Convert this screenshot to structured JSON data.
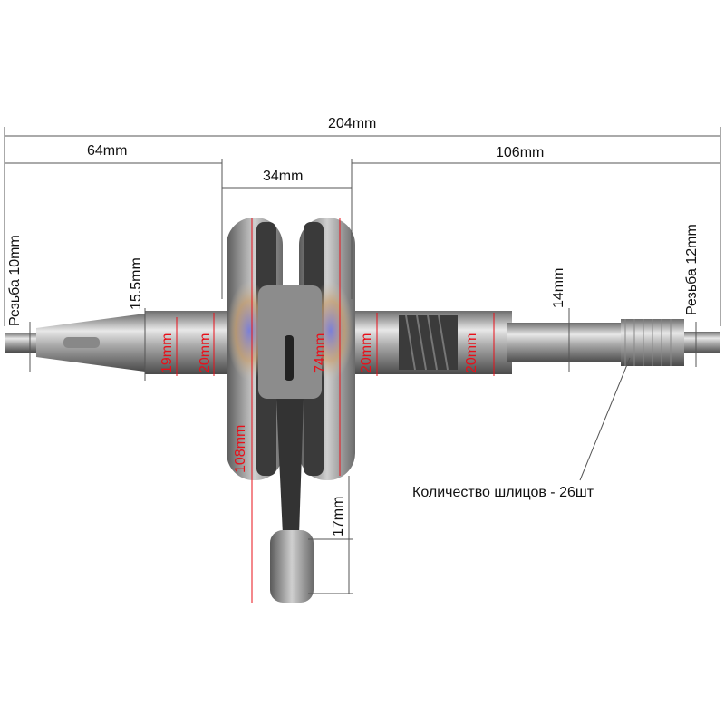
{
  "dimensions": {
    "overall_length": "204mm",
    "left_shaft_length": "64mm",
    "crank_width": "34mm",
    "right_shaft_length": "106mm",
    "left_thread": "Резьба 10mm",
    "right_thread": "Резьба 12mm",
    "left_taper_dia": "15.5mm",
    "left_journal_dia": "19mm",
    "left_bearing_dia": "20mm",
    "crank_web_dia": "74mm",
    "right_bearing_dia": "20mm",
    "right_journal_dia": "20mm",
    "right_shaft_dia": "14mm",
    "rod_length": "108mm",
    "small_end_width": "17mm",
    "spline_count": "Количество шлицов - 26шт"
  },
  "colors": {
    "annotation_red": "#e8101a",
    "annotation_black": "#111111"
  }
}
